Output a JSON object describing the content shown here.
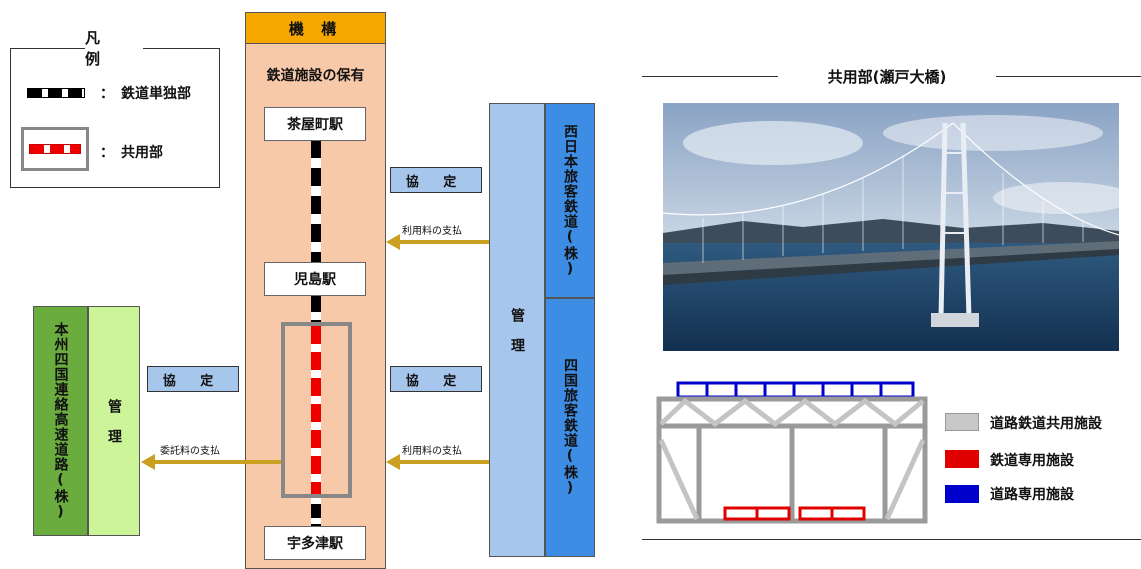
{
  "legend": {
    "title": "凡 例",
    "rail_only_label": "：　鉄道単独部",
    "shared_label": "：　共用部"
  },
  "organization": {
    "header": "機 構",
    "subtitle": "鉄道施設の保有",
    "stations": [
      "茶屋町駅",
      "児島駅",
      "宇多津駅"
    ]
  },
  "management": {
    "label": "管　理",
    "jr_west": "西日本旅客鉄道(株)",
    "jr_shikoku": "四国旅客鉄道(株)"
  },
  "honshu": {
    "name": "本州四国連絡高速道路(株)",
    "management": "管　理"
  },
  "agreements": {
    "label": "協 定",
    "usage_fee": "利用料の支払",
    "entrust_fee": "委託料の支払"
  },
  "shared_section": {
    "title": "共用部(瀬戸大橋)",
    "legend": [
      {
        "label": "道路鉄道共用施設",
        "color": "#c8c8c8"
      },
      {
        "label": "鉄道専用施設",
        "color": "#e00000"
      },
      {
        "label": "道路専用施設",
        "color": "#0000cc"
      }
    ]
  },
  "colors": {
    "org_bg": "#f8c9a9",
    "org_header": "#f6a800",
    "jr_blue": "#3d8de4",
    "mgmt_blue": "#a7c6ec",
    "honshu_green": "#6aad3e",
    "honshu_light": "#ccf59a",
    "arrow_gold": "#c9a020"
  }
}
